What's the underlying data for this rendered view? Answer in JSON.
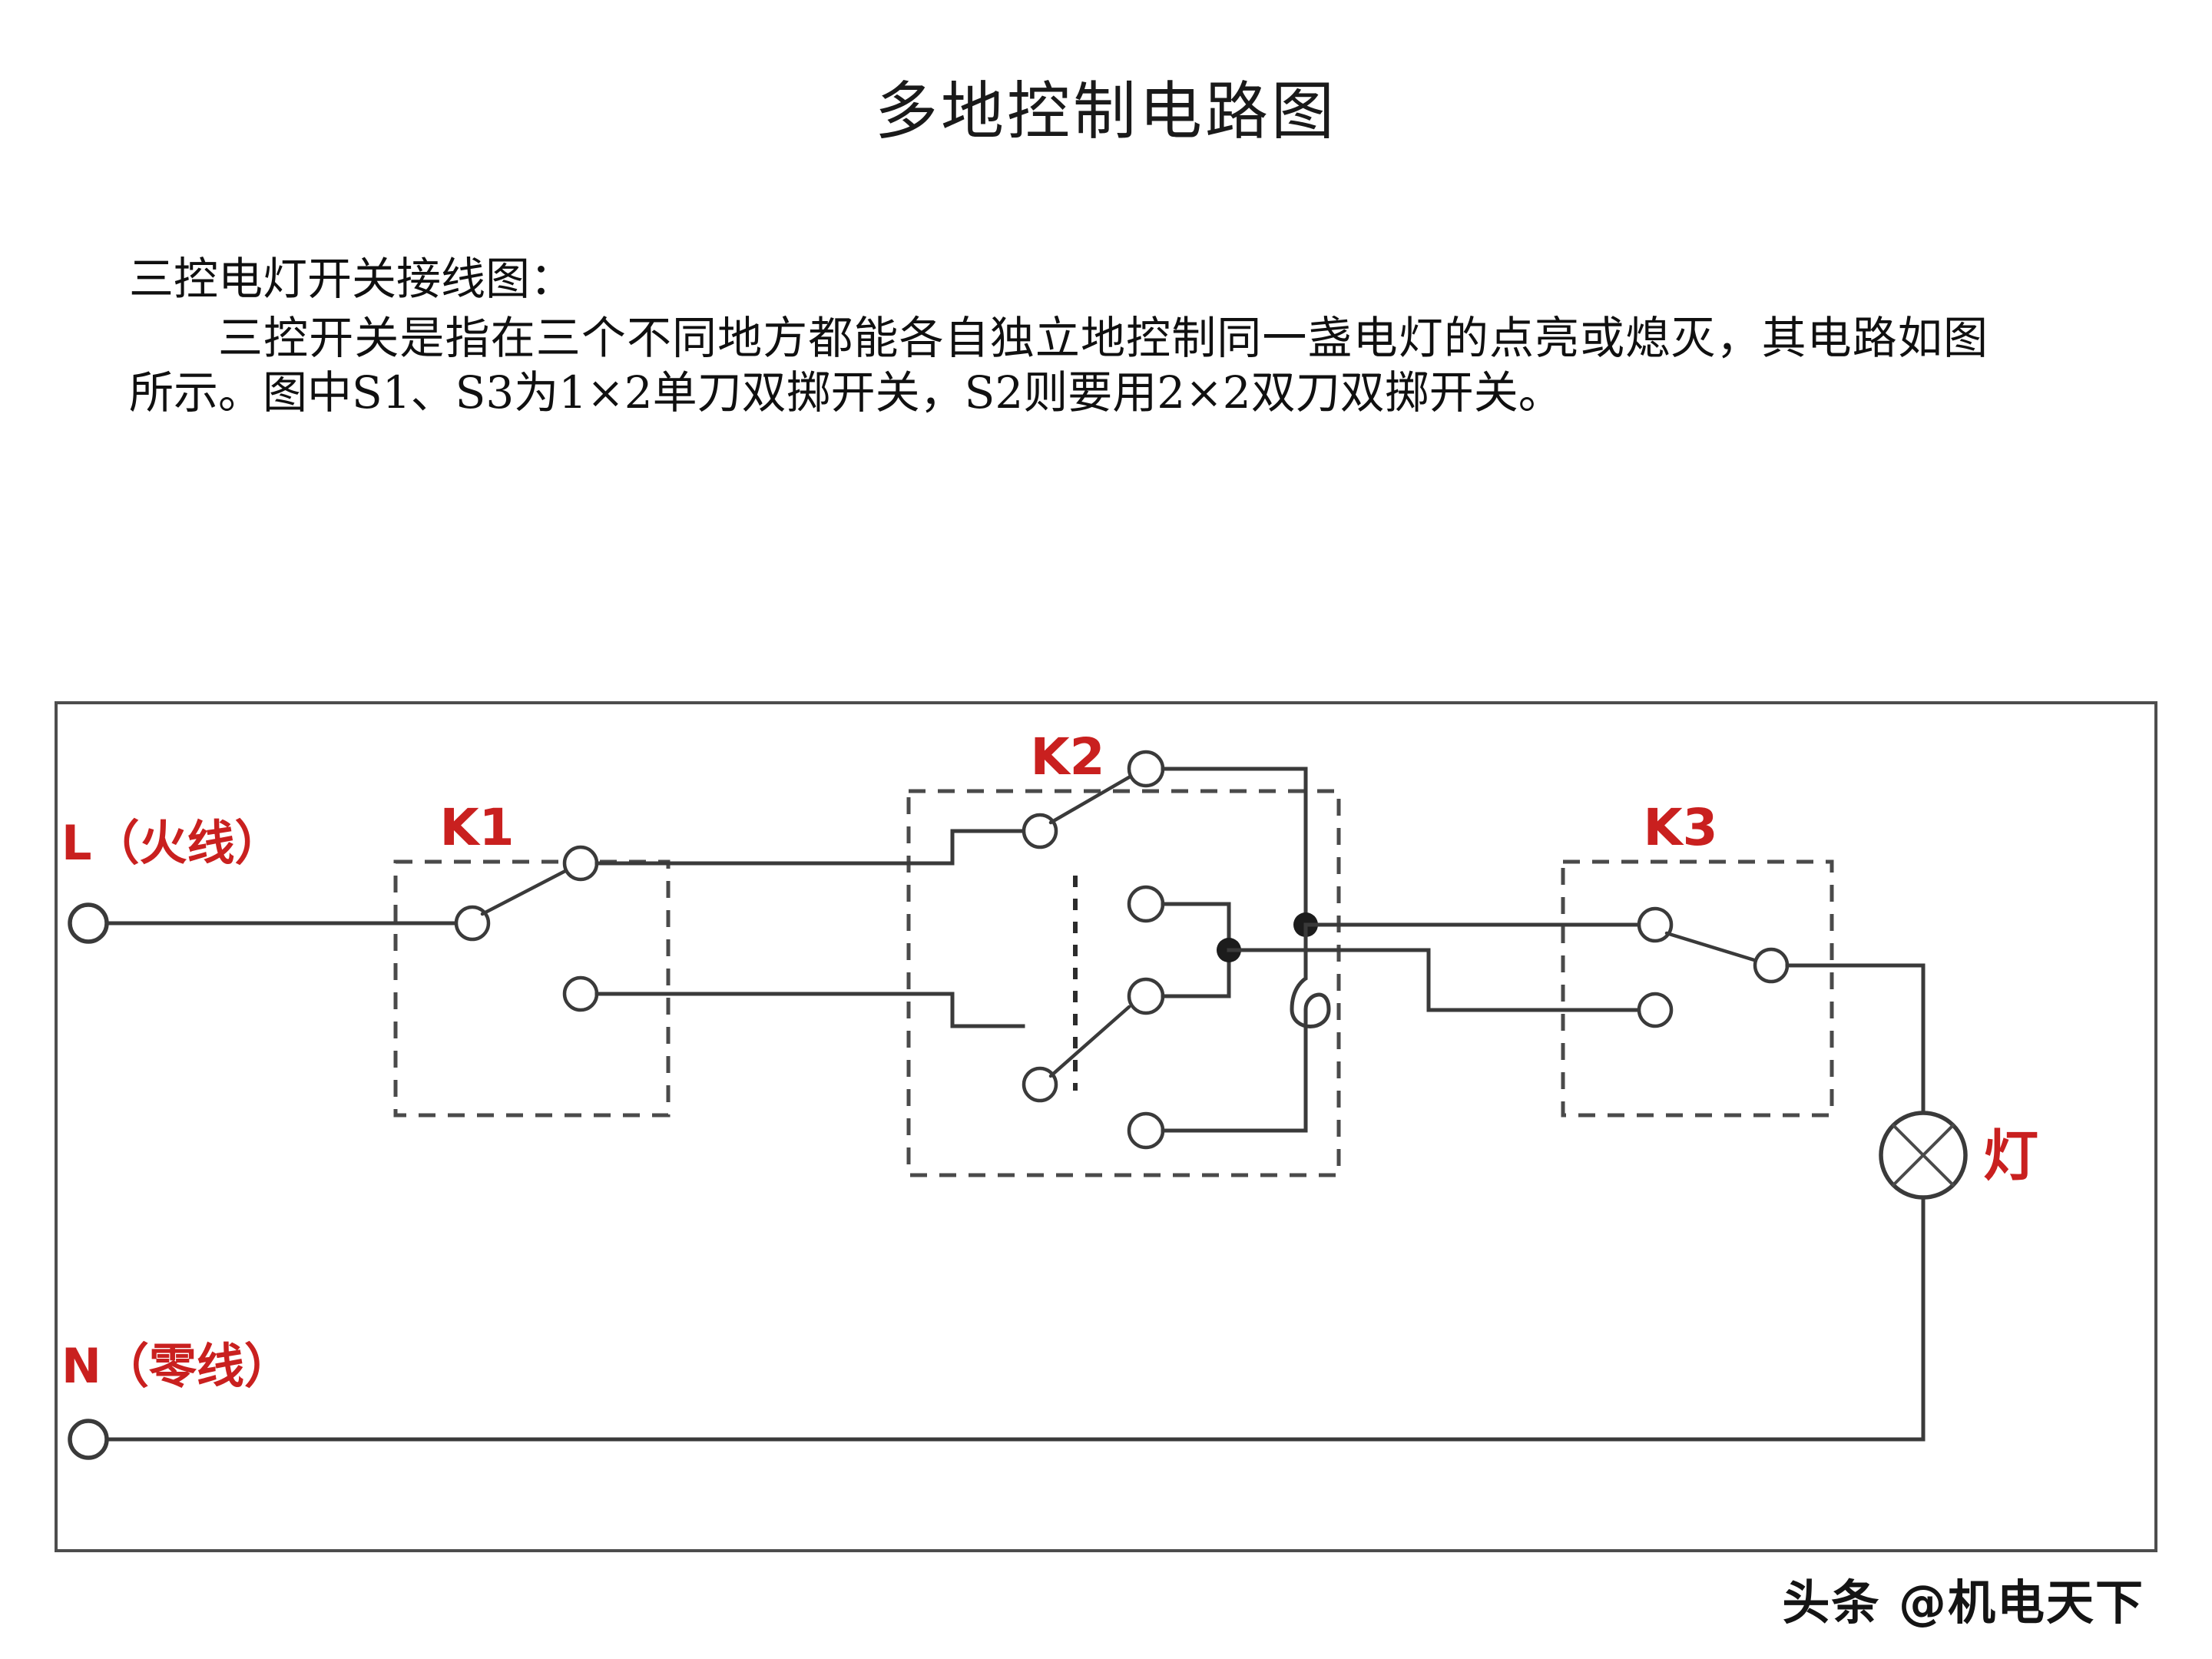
{
  "page": {
    "title": "多地控制电路图",
    "watermark": "头条 @机电天下"
  },
  "body": {
    "lead": "三控电灯开关接线图：",
    "paragraph": "三控开关是指在三个不同地方都能各自独立地控制同一盏电灯的点亮或熄灭，其电路如图所示。图中S1、S3为1×2单刀双掷开关，S2则要用2×2双刀双掷开关。"
  },
  "diagram": {
    "labels": {
      "live": "L（火线）",
      "neutral": "N（零线）",
      "lamp": "灯",
      "switch1": "K1",
      "switch2": "K2",
      "switch3": "K3"
    },
    "colors": {
      "label_red": "#c9201f",
      "wire": "#3a3a3a",
      "dashed_box": "#4a4a4a",
      "background": "#ffffff"
    },
    "components": [
      {
        "id": "K1",
        "type": "SPDT single-pole double-throw switch",
        "note": "1×2 单刀双掷开关"
      },
      {
        "id": "K2",
        "type": "DPDT double-pole double-throw switch",
        "note": "2×2 双刀双掷开关"
      },
      {
        "id": "K3",
        "type": "SPDT single-pole double-throw switch",
        "note": "1×2 单刀双掷开关"
      },
      {
        "id": "LAMP",
        "type": "lamp",
        "note": "灯"
      }
    ]
  }
}
